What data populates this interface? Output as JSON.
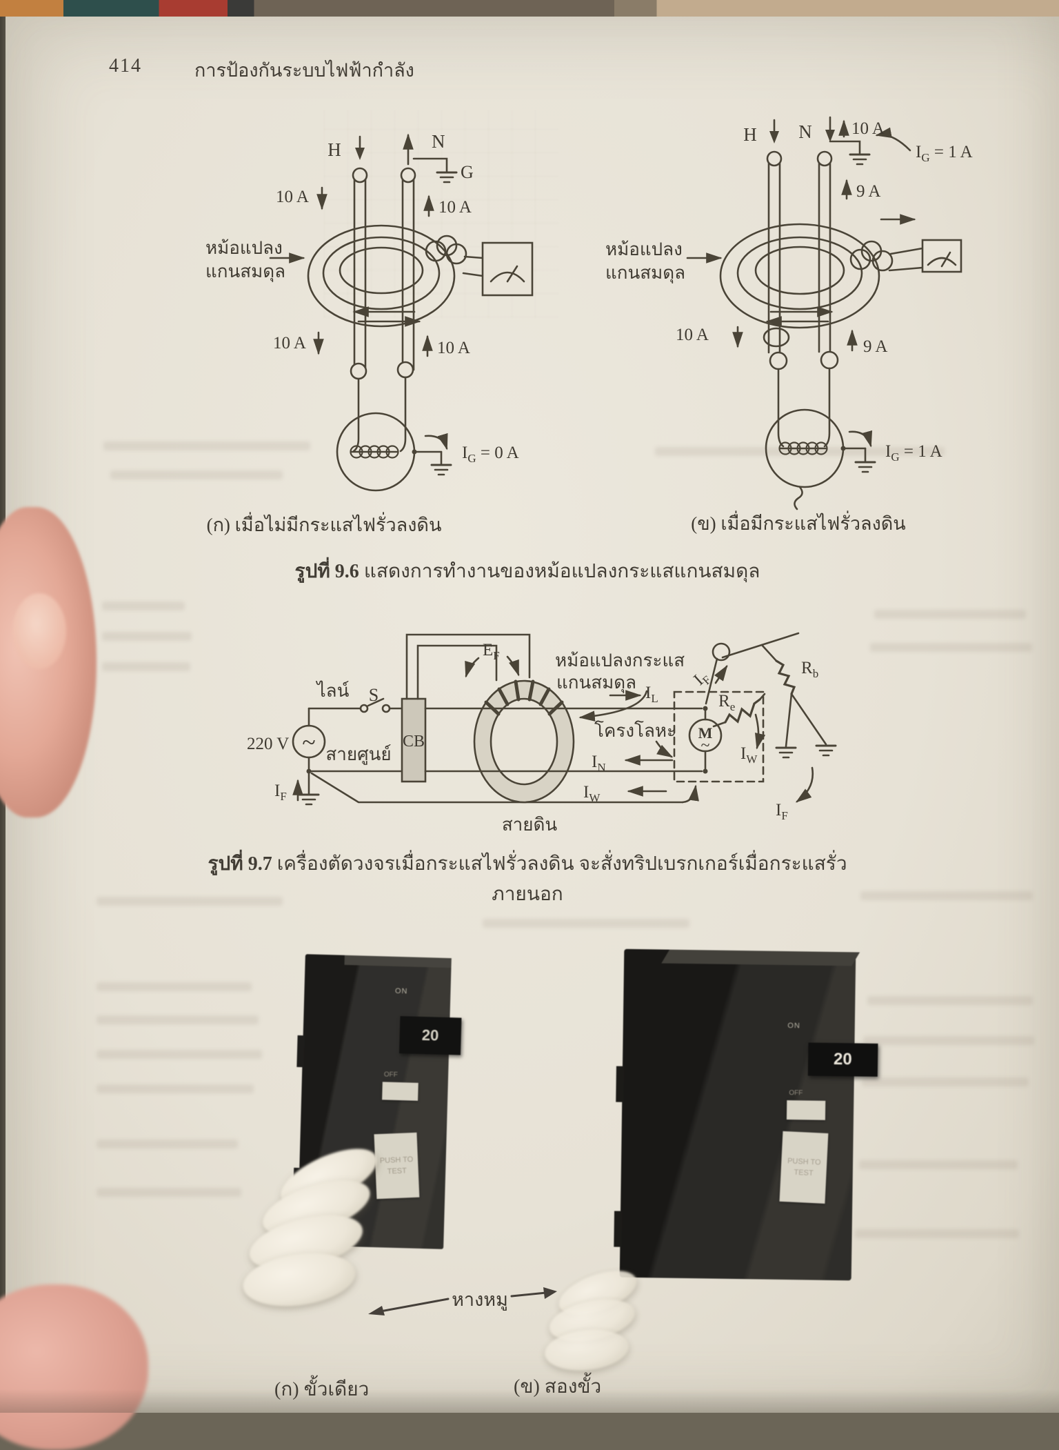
{
  "page": {
    "number": "414",
    "running_title": "การป้องกันระบบไฟฟ้ากำลัง"
  },
  "colors": {
    "page": "#e9e4d8",
    "ink": "#46413a"
  },
  "fig96": {
    "h": "H",
    "n": "N",
    "g": "G",
    "amp10": "10 A",
    "amp9": "9 A",
    "core_label1": "หม้อแปลง",
    "core_label2": "แกนสมดุล",
    "ig_zero": {
      "base": "I",
      "sub": "G",
      "rest": " = 0 A"
    },
    "ig_one": {
      "base": "I",
      "sub": "G",
      "rest": " = 1 A"
    },
    "caption_a": "(ก) เมื่อไม่มีกระแสไฟรั่วลงดิน",
    "caption_b": "(ข) เมื่อมีกระแสไฟรั่วลงดิน",
    "caption": {
      "prefix": "รูปที่ 9.6",
      "text": "แสดงการทำงานของหม้อแปลงกระแสแกนสมดุล"
    }
  },
  "fig97": {
    "voltage": "220 V",
    "line": "ไลน์",
    "switch": "S",
    "neutral": "สายศูนย์",
    "cb": "CB",
    "ac": "~",
    "ef": {
      "base": "E",
      "sub": "F"
    },
    "ct_label1": "หม้อแปลงกระแส",
    "ct_label2": "แกนสมดุล",
    "il": {
      "base": "I",
      "sub": "L"
    },
    "i_n": {
      "base": "I",
      "sub": "N"
    },
    "iw": {
      "base": "I",
      "sub": "W"
    },
    "i_f": {
      "base": "I",
      "sub": "F"
    },
    "re": {
      "base": "R",
      "sub": "e"
    },
    "rb": {
      "base": "R",
      "sub": "b"
    },
    "frame": "โครงโลหะ",
    "motor": "M",
    "earth": "สายดิน",
    "caption": {
      "prefix": "รูปที่ 9.7",
      "text": "เครื่องตัดวงจรเมื่อกระแสไฟรั่วลงดิน จะสั่งทริปเบรกเกอร์เมื่อกระแสรั่วภายนอก"
    }
  },
  "photos": {
    "pigtail": "หางหมู",
    "caption_a": "(ก) ขั้วเดียว",
    "caption_b": "(ข) สองขั้ว",
    "breaker": {
      "on": "ON",
      "off": "OFF",
      "rating": "20",
      "push": "PUSH TO TEST"
    }
  }
}
